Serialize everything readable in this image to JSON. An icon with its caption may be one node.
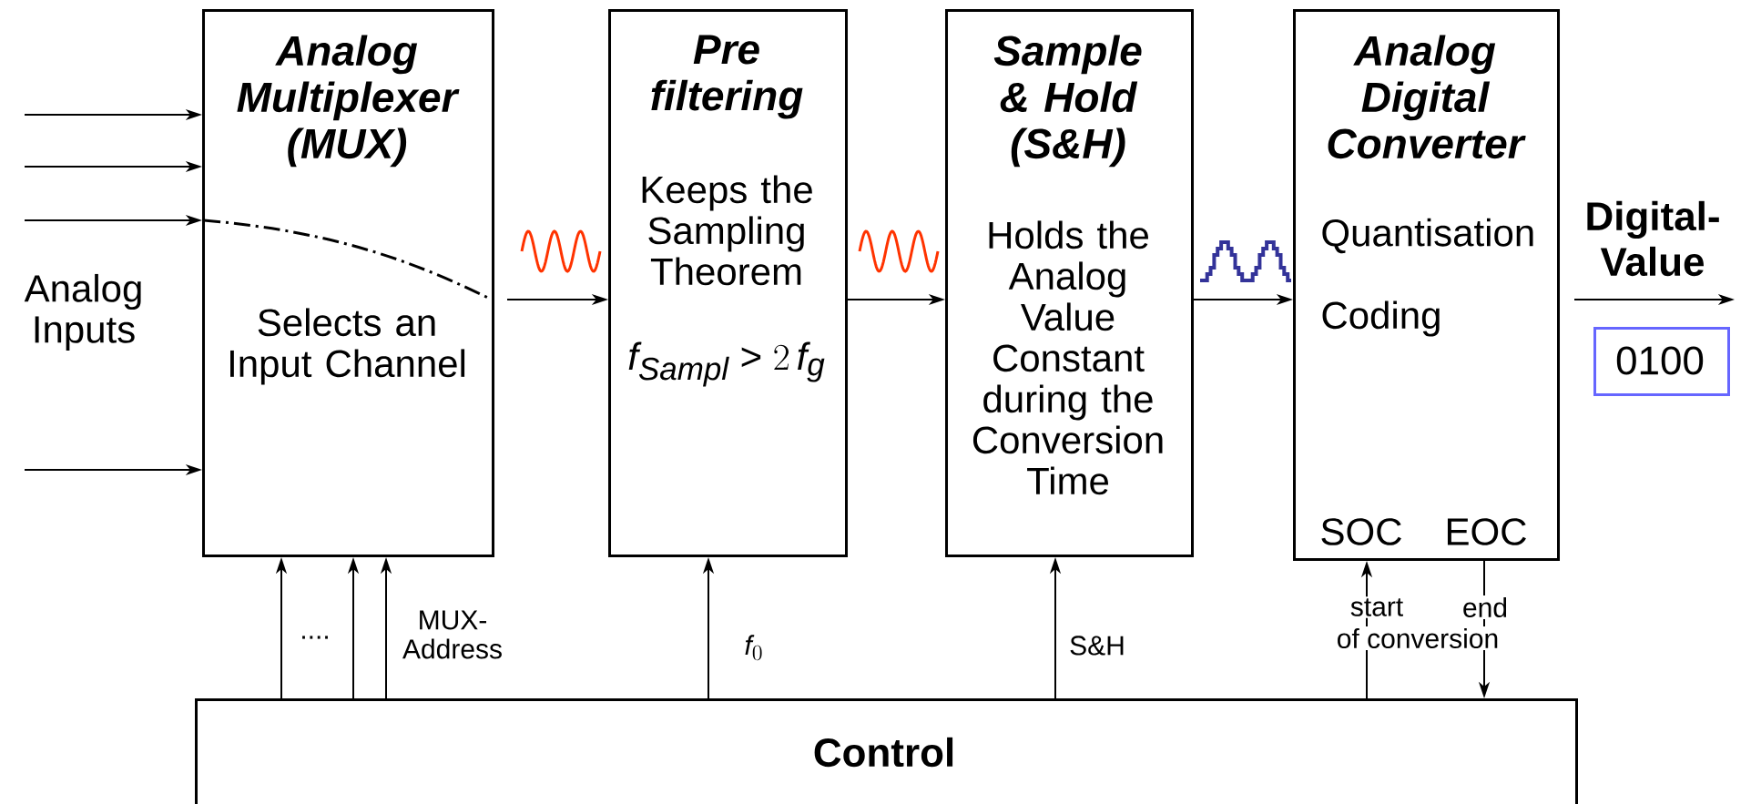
{
  "diagram": {
    "nodes": [
      {
        "text": [
          "Analog Multiplexer (MUX)",
          "Selects an Input Channel"
        ]
      },
      {
        "text": [
          "Pre filtering",
          "Keeps the Sampling Theorem",
          "f_{Sampl} > 2\\,f_g"
        ]
      },
      {
        "text": [
          "Sample & Hold (S&H)",
          "Holds the Analog Value Constant during the Conversion Time"
        ]
      },
      {
        "text": [
          "Analog Digital Converter",
          "Quantisation",
          "Coding",
          "SOC",
          "EOC"
        ]
      },
      {
        "text": [
          "Control"
        ]
      },
      {
        "text": [
          "0100"
        ]
      }
    ],
    "edges": [
      {
        "from": null,
        "to": 0,
        "arrow": "to"
      },
      {
        "from": null,
        "to": 0,
        "arrow": "to"
      },
      {
        "from": null,
        "to": 0,
        "arrow": "to"
      },
      {
        "from": null,
        "to": 0,
        "arrow": "to"
      },
      {
        "from": 0,
        "to": 1,
        "arrow": "to"
      },
      {
        "from": 1,
        "to": 2,
        "arrow": "to"
      },
      {
        "from": 2,
        "to": 3,
        "arrow": "to"
      },
      {
        "from": 3,
        "to": null,
        "arrow": "to",
        "label": "Digital- Value"
      },
      {
        "from": 4,
        "to": 0,
        "arrow": "to"
      },
      {
        "from": 4,
        "to": 0,
        "arrow": "to"
      },
      {
        "from": 4,
        "to": 0,
        "arrow": "to",
        "label": "MUX- Address"
      },
      {
        "from": 4,
        "to": 1,
        "arrow": "to",
        "label": "f_0"
      },
      {
        "from": 4,
        "to": 2,
        "arrow": "to",
        "label": "S&H"
      },
      {
        "from": 4,
        "to": 3,
        "arrow": "to",
        "label": "start"
      },
      {
        "from": 3,
        "to": 4,
        "arrow": "to",
        "label": "end"
      }
    ],
    "labels": [
      "Analog Inputs",
      "....",
      "of conversion"
    ]
  }
}
